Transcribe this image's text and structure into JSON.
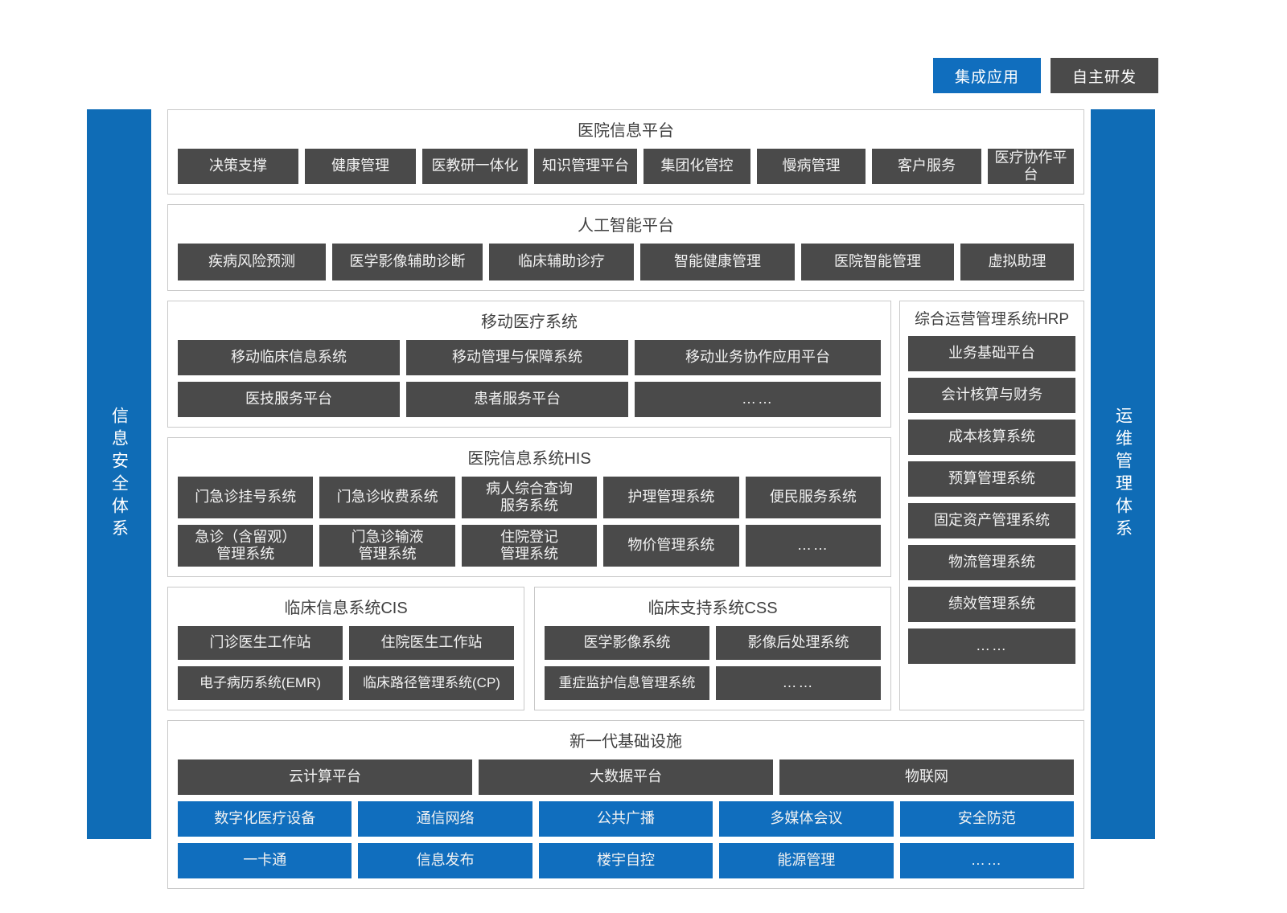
{
  "legend": [
    {
      "label": "集成应用",
      "color": "#106ebe",
      "type": "integrated"
    },
    {
      "label": "自主研发",
      "color": "#4a4a4a",
      "type": "self-developed"
    }
  ],
  "colors": {
    "blue": "#106ebe",
    "dark": "#4a4a4a",
    "panel_border": "#c9c9c9",
    "background": "#ffffff",
    "sidebar_blue": "#0f6cb6"
  },
  "sidebars": {
    "left": "信息安全体系",
    "right": "运维管理体系"
  },
  "sections": {
    "hospital_platform": {
      "title": "医院信息平台",
      "items": [
        "决策支撑",
        "健康管理",
        "医教研一体化",
        "知识管理平台",
        "集团化管控",
        "慢病管理",
        "客户服务",
        "医疗协作平台"
      ]
    },
    "ai_platform": {
      "title": "人工智能平台",
      "items": [
        "疾病风险预测",
        "医学影像辅助诊断",
        "临床辅助诊疗",
        "智能健康管理",
        "医院智能管理",
        "虚拟助理"
      ]
    },
    "mobile": {
      "title": "移动医疗系统",
      "row1": [
        "移动临床信息系统",
        "移动管理与保障系统",
        "移动业务协作应用平台"
      ],
      "row2": [
        "医技服务平台",
        "患者服务平台",
        "……"
      ]
    },
    "his": {
      "title": "医院信息系统HIS",
      "row1": [
        "门急诊挂号系统",
        "门急诊收费系统",
        "病人综合查询\n服务系统",
        "护理管理系统",
        "便民服务系统"
      ],
      "row2": [
        "急诊（含留观）\n管理系统",
        "门急诊输液\n管理系统",
        "住院登记\n管理系统",
        "物价管理系统",
        "……"
      ]
    },
    "cis": {
      "title": "临床信息系统CIS",
      "row1": [
        "门诊医生工作站",
        "住院医生工作站"
      ],
      "row2": [
        "电子病历系统(EMR)",
        "临床路径管理系统(CP)"
      ]
    },
    "css": {
      "title": "临床支持系统CSS",
      "row1": [
        "医学影像系统",
        "影像后处理系统"
      ],
      "row2": [
        "重症监护信息管理系统",
        "……"
      ]
    },
    "hrp": {
      "title": "综合运营管理系统HRP",
      "items": [
        "业务基础平台",
        "会计核算与财务",
        "成本核算系统",
        "预算管理系统",
        "固定资产管理系统",
        "物流管理系统",
        "绩效管理系统",
        "……"
      ]
    },
    "infrastructure": {
      "title": "新一代基础设施",
      "row1": [
        "云计算平台",
        "大数据平台",
        "物联网"
      ],
      "row2": [
        "数字化医疗设备",
        "通信网络",
        "公共广播",
        "多媒体会议",
        "安全防范"
      ],
      "row3": [
        "一卡通",
        "信息发布",
        "楼宇自控",
        "能源管理",
        "……"
      ]
    }
  }
}
